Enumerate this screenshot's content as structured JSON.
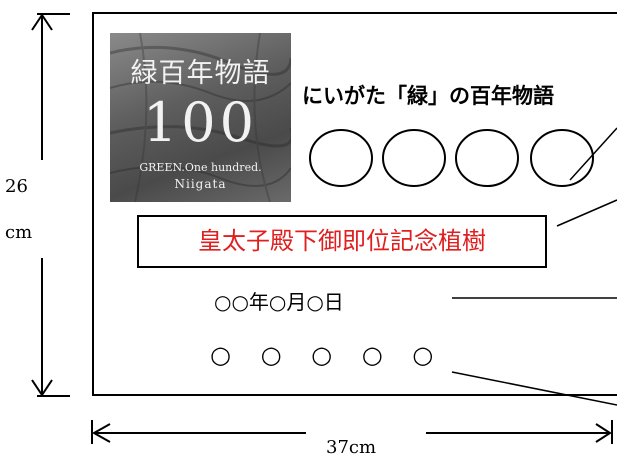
{
  "dimensions": {
    "height_value": "26",
    "height_unit": "cm",
    "width_label": "37cm"
  },
  "logo": {
    "title": "緑百年物語",
    "number": "100",
    "subtitle": "GREEN.One hundred.",
    "place": "Niigata"
  },
  "board": {
    "title": "にいがた「緑」の百年物語",
    "name_circle_count": 4,
    "ceremony_text": "皇太子殿下御即位記念植樹",
    "date_text": "○○年○月○日",
    "planter_text": "○ ○ ○ ○ ○"
  },
  "colors": {
    "ceremony_text": "#e02020",
    "border": "#000000"
  }
}
